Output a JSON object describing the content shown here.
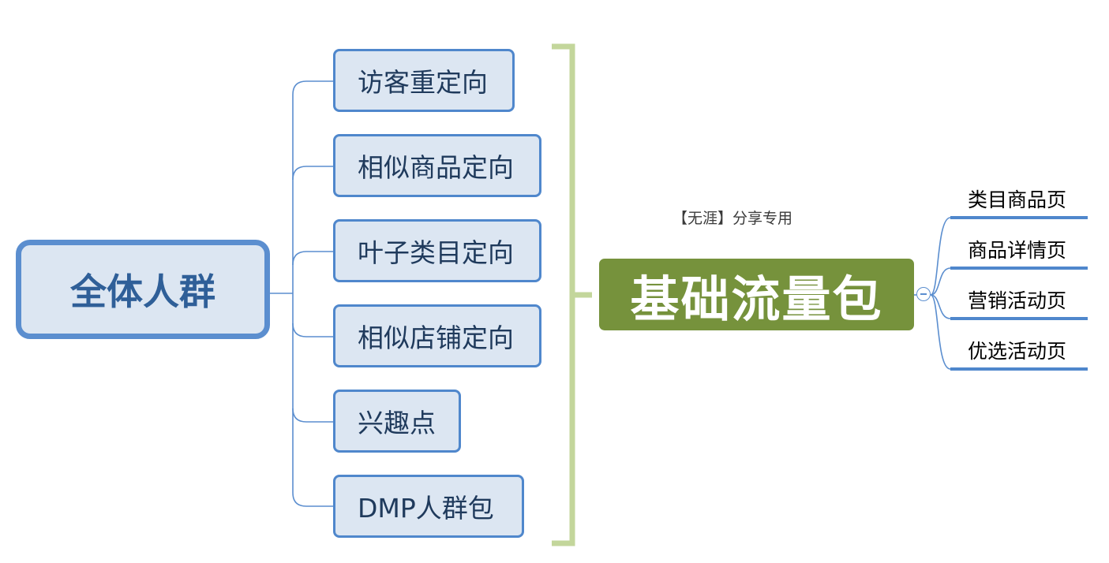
{
  "root": {
    "label": "全体人群"
  },
  "children": [
    {
      "label": "访客重定向"
    },
    {
      "label": "相似商品定向"
    },
    {
      "label": "叶子类目定向"
    },
    {
      "label": "相似店铺定向"
    },
    {
      "label": "兴趣点"
    },
    {
      "label": "DMP人群包"
    }
  ],
  "center": {
    "label": "基础流量包"
  },
  "watermark": {
    "text": "【无涯】分享专用"
  },
  "leaves": [
    {
      "label": "类目商品页"
    },
    {
      "label": "商品详情页"
    },
    {
      "label": "营销活动页"
    },
    {
      "label": "优选活动页"
    }
  ],
  "colors": {
    "node_fill": "#dce6f2",
    "node_border": "#5b8ecf",
    "center_fill": "#76923c",
    "bracket": "#c3d69b",
    "connector": "#5b8ecf"
  }
}
